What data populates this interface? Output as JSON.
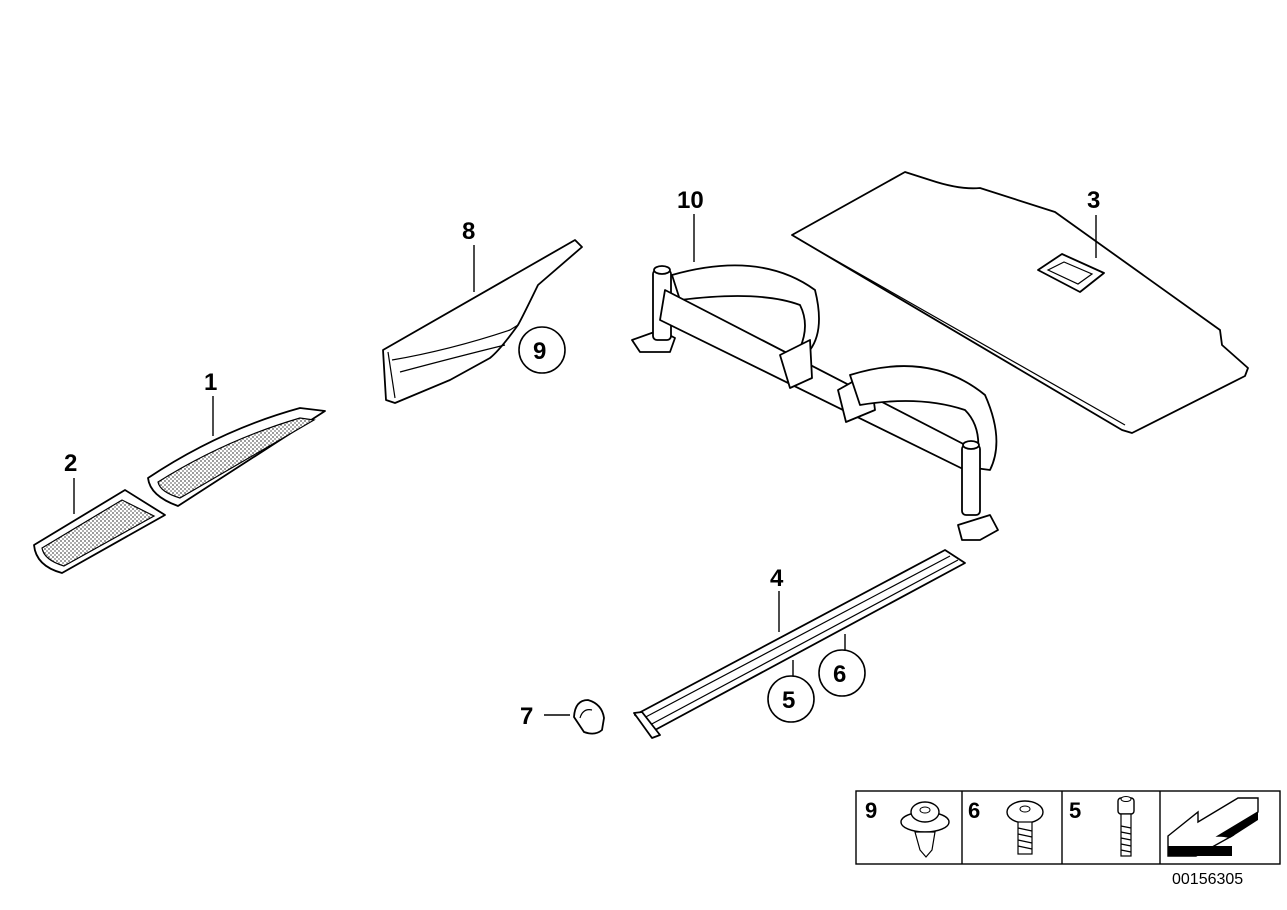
{
  "callouts": {
    "p1": "1",
    "p2": "2",
    "p3": "3",
    "p4": "4",
    "p5": "5",
    "p6": "6",
    "p7": "7",
    "p8": "8",
    "p9": "9",
    "p10": "10"
  },
  "legend": {
    "items": [
      {
        "label": "9",
        "icon": "clip-rivet-icon"
      },
      {
        "label": "6",
        "icon": "flange-screw-icon"
      },
      {
        "label": "5",
        "icon": "socket-bolt-icon"
      }
    ],
    "arrow_icon": "direction-arrow-icon"
  },
  "doc_number": "00156305"
}
